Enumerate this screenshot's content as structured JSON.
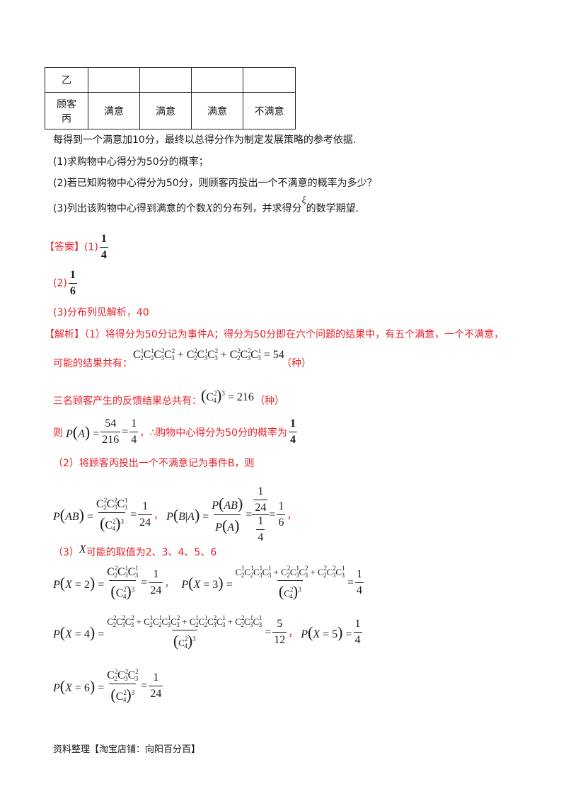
{
  "table": {
    "row1": {
      "label": "乙",
      "cells": [
        "",
        "",
        "",
        ""
      ]
    },
    "row2": {
      "label_line1": "顾客",
      "label_line2": "丙",
      "cells": [
        "满意",
        "满意",
        "满意",
        "不满意"
      ]
    }
  },
  "intro": "每得到一个满意加10分，最终以总得分作为制定发展策略的参考依据.",
  "q1": "(1)求购物中心得分为50分的概率；",
  "q2": "(2)若已知购物中心得分为50分，则顾客丙投出一个不满意的概率为多少？",
  "q3": {
    "a": "(3)列出该购物中心得到满意的个数",
    "var": "X",
    "b": "的分布列，并求得分",
    "xi": "ξ",
    "c": "的数学期望."
  },
  "answer": {
    "tag": "【答案】",
    "a1_prefix": "(1)",
    "a1_num": "1",
    "a1_den": "4",
    "a2_prefix": "(2)",
    "a2_num": "1",
    "a2_den": "6",
    "a3": "(3)分布列见解析，40"
  },
  "analysis": {
    "tag": "【解析】",
    "p1": "（1）将得分为50分记为事件A；得分为50分即在六个问题的结果中，有五个满意，一个不满意，",
    "p1b": "可能的结果共有：",
    "eq1_result": "= 54",
    "zhong1": "（种）",
    "p2": "三名顾客产生的反馈结果总共有：",
    "eq2_result": "= 216",
    "zhong2": "（种）",
    "p3a": "则",
    "p3_num": "54",
    "p3_den": "216",
    "p3_num2": "1",
    "p3_den2": "4",
    "p3b": "，∴购物中心得分为50分的概率为",
    "p3_ans_num": "1",
    "p3_ans_den": "4",
    "p4": "（2）将顾客丙投出一个不满意记为事件B，则",
    "pab_rhs_num": "1",
    "pab_rhs_den": "24",
    "pba_top": "1",
    "pba_mid": "24",
    "pba_bot1": "1",
    "pba_bot2": "4",
    "pba_rhs_num": "1",
    "pba_rhs_den": "6",
    "p5a": "（3）",
    "p5_var": "X",
    "p5b": "可能的取值为2、3、4、5、6",
    "x2_rhs": [
      "1",
      "24"
    ],
    "x3_rhs": [
      "1",
      "4"
    ],
    "x4_rhs": [
      "5",
      "12"
    ],
    "x5_rhs": [
      "1",
      "4"
    ],
    "x6_rhs": [
      "1",
      "24"
    ]
  },
  "footer": "资料整理【淘宝店铺：向阳百分百】"
}
